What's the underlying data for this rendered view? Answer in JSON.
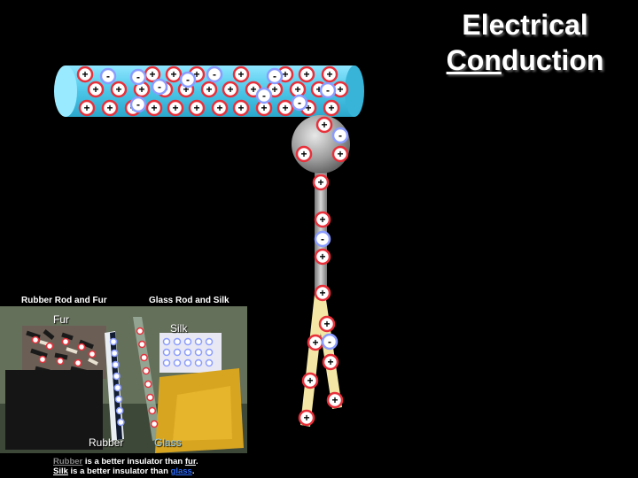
{
  "title": {
    "line1": "Electrical",
    "line2_underlined": "Con",
    "line2_rest": "duction"
  },
  "photo_section": {
    "left_heading": "Rubber Rod and Fur",
    "right_heading": "Glass Rod and Silk",
    "fur_label": "Fur",
    "silk_label": "Silk",
    "rubber_label": "Rubber",
    "glass_label": "Glass"
  },
  "caption": {
    "line1_part1": "Rubber",
    "line1_part2": " is a better insulator than ",
    "line1_part3": "fur",
    "line1_part4": ".",
    "line2_part1": "Silk",
    "line2_part2": " is a better insulator than ",
    "line2_part3": "glass",
    "line2_part4": "."
  },
  "symbols": {
    "positive": "+",
    "negative": "-"
  },
  "colors": {
    "rod": "#5fd0ee",
    "positive_charge": "#e8303a",
    "negative_charge": "#8a9cff",
    "caption_highlight": "#2b6cff"
  }
}
